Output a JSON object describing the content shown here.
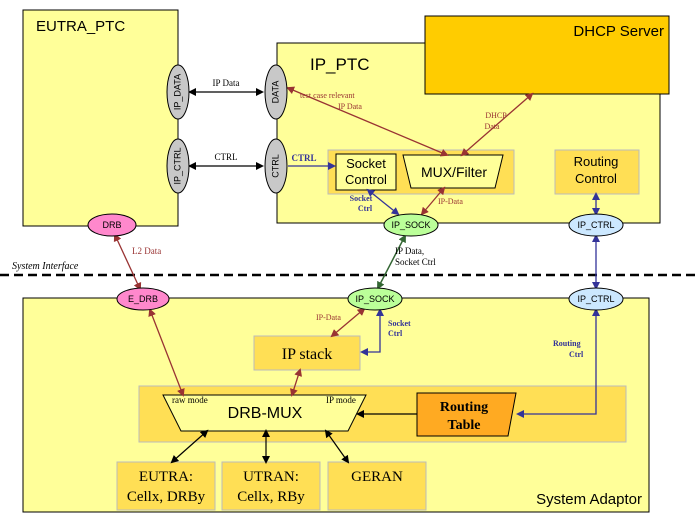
{
  "colors": {
    "box_fill": "#ffff99",
    "box_inner": "#ffdf55",
    "dhcp_fill": "#ffcc00",
    "routing_table_fill": "#ffaa22",
    "port_grey": "#c8c8c8",
    "port_pink": "#ff88cc",
    "port_green": "#bbff99",
    "port_blue": "#cce8ff",
    "arrow_red": "#993333",
    "arrow_blue": "#333399",
    "arrow_green": "#336633",
    "arrow_black": "#000000",
    "label_red": "#993333",
    "label_blue": "#333399"
  },
  "blocks": {
    "eutra_ptc": "EUTRA_PTC",
    "ip_ptc": "IP_PTC",
    "dhcp_server": "DHCP Server",
    "socket_control": [
      "Socket",
      "Control"
    ],
    "mux_filter": "MUX/Filter",
    "routing_control": [
      "Routing",
      "Control"
    ],
    "system_adaptor": "System Adaptor",
    "ip_stack": "IP stack",
    "drb_mux": "DRB-MUX",
    "routing_table": [
      "Routing",
      "Table"
    ],
    "eutra": [
      "EUTRA:",
      "Cellx, DRBy"
    ],
    "utran": [
      "UTRAN:",
      "Cellx, RBy"
    ],
    "geran": "GERAN"
  },
  "ports": {
    "eutra_ip_data": "IP_DATA",
    "eutra_ip_ctrl": "IP_CTRL",
    "ip_ptc_data": "DATA",
    "ip_ptc_ctrl": "CTRL",
    "drb": "DRB",
    "ip_sock_top": "IP_SOCK",
    "ip_ctrl_top": "IP_CTRL",
    "e_drb": "E_DRB",
    "ip_sock_bottom": "IP_SOCK",
    "ip_ctrl_bottom": "IP_CTRL"
  },
  "labels": {
    "ip_data": "IP Data",
    "ctrl": "CTRL",
    "ctrl_bold": "CTRL",
    "test_case_relevant": [
      "test case relevant",
      "IP Data"
    ],
    "dhcp_data": [
      "DHCP",
      "Data"
    ],
    "socket_ctrl": [
      "Socket",
      "Ctrl"
    ],
    "ip_data_dash": "IP-Data",
    "l2_data": "L2 Data",
    "ip_data_socket_ctrl": [
      "IP Data,",
      "Socket Ctrl"
    ],
    "system_interface": "System Interface",
    "ip_data_lower": "IP-Data",
    "socket_ctrl_lower": [
      "Socket",
      "Ctrl"
    ],
    "routing_ctrl": [
      "Routing",
      "Ctrl"
    ],
    "raw_mode": "raw mode",
    "ip_mode": "IP mode"
  }
}
